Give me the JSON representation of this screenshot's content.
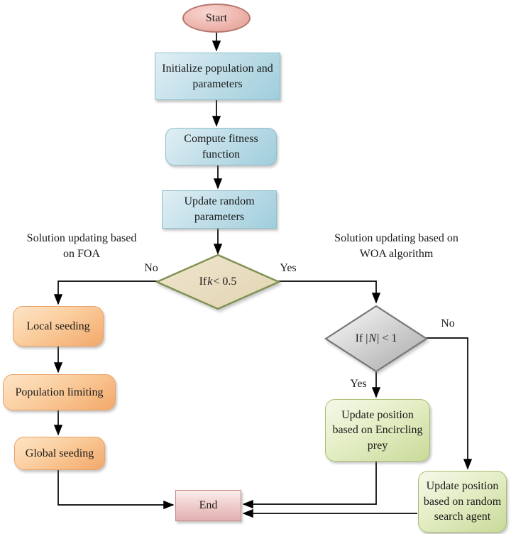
{
  "diagram_title": "FOA-WOA hybrid algorithm flowchart",
  "colors": {
    "process_blue_fill": "#a0cedc",
    "process_blue_border": "#8fbfcb",
    "start_fill": "#eeb6ae",
    "start_border": "#b5766e",
    "foa_orange_fill": "#f3a869",
    "foa_orange_border": "#e9a268",
    "woa_green_fill": "#c9da99",
    "woa_green_border": "#a9bd70",
    "k_decision_fill": "#e9dec3",
    "k_decision_border": "#7e9150",
    "n_decision_fill": "#c7c7c7",
    "n_decision_border": "#777777",
    "end_fill": "#eec6c6",
    "end_border": "#c98585",
    "connector": "#000000"
  },
  "nodes": {
    "start": {
      "label": "Start"
    },
    "initialize": {
      "label": "Initialize population and parameters"
    },
    "compute_fitness": {
      "label": "Compute fitness function"
    },
    "update_random": {
      "label": "Update random parameters"
    },
    "k_decision": {
      "before": "If ",
      "variable": "k",
      "after": " < 0.5"
    },
    "n_decision": {
      "before": "If |",
      "variable": "N",
      "after": "| < 1"
    },
    "local_seeding": {
      "label": "Local seeding"
    },
    "population_limiting": {
      "label": "Population limiting"
    },
    "global_seeding": {
      "label": "Global seeding"
    },
    "encircling_prey": {
      "label": "Update position based on Encircling prey"
    },
    "random_search": {
      "label": "Update position based on random search agent"
    },
    "end": {
      "label": "End"
    }
  },
  "branch_labels": {
    "k_no": "No",
    "k_yes": "Yes",
    "n_no": "No",
    "n_yes": "Yes"
  },
  "annotations": {
    "foa": "Solution updating based\non FOA",
    "woa": "Solution updating based on\nWOA algorithm"
  }
}
